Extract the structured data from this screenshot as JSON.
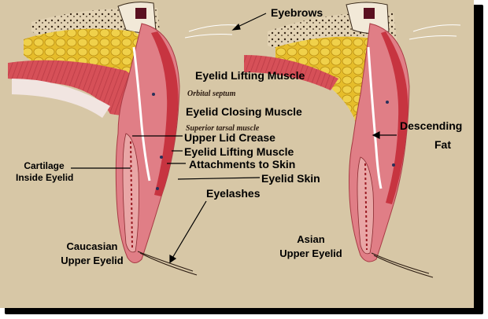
{
  "labels": {
    "eyebrows": "Eyebrows",
    "eyelid_lifting_muscle_top": "Eyelid Lifting Muscle",
    "orbital_septum": "Orbital septum",
    "eyelid_closing_muscle": "Eyelid Closing Muscle",
    "superior_tarsal_muscle": "Superior tarsal muscle",
    "upper_lid_crease": "Upper Lid Crease",
    "eyelid_lifting_muscle_lower": "Eyelid Lifting Muscle",
    "attachments_to_skin": "Attachments to Skin",
    "eyelid_skin": "Eyelid Skin",
    "eyelashes": "Eyelashes",
    "cartilage_line1": "Cartilage",
    "cartilage_line2": "Inside Eyelid",
    "descending": "Descending",
    "fat": "Fat",
    "caucasian_line1": "Caucasian",
    "caucasian_line2": "Upper Eyelid",
    "asian_line1": "Asian",
    "asian_line2": "Upper Eyelid"
  },
  "colors": {
    "background": "#d7c7a6",
    "fat": "#e8c22e",
    "muscle": "#d9535a",
    "skin": "#e89a9a",
    "label_text": "#000000"
  }
}
